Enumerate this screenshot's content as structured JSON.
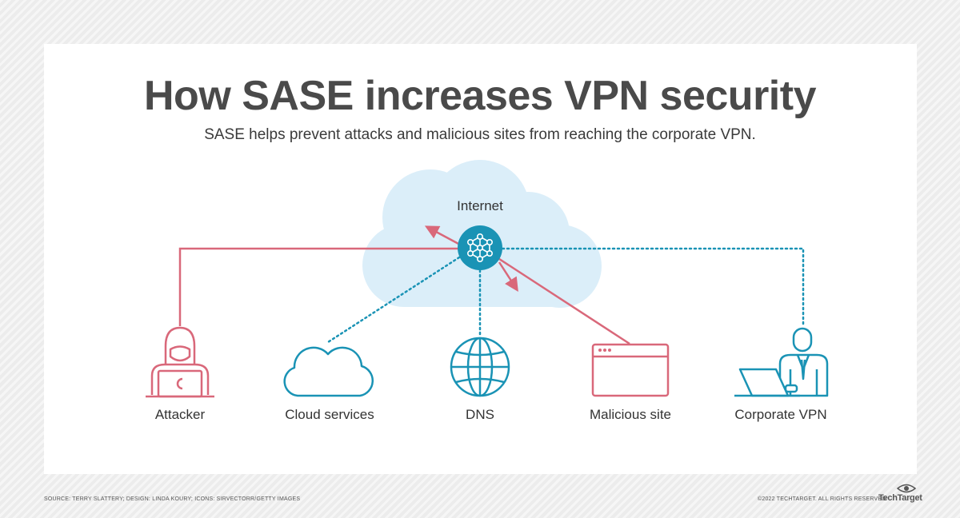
{
  "title": "How SASE increases VPN security",
  "subtitle": "SASE helps prevent attacks and malicious sites from reaching the corporate VPN.",
  "hub": {
    "label": "Internet",
    "icon": "network-hub-icon"
  },
  "nodes": [
    {
      "label": "Attacker",
      "icon": "hacker-icon"
    },
    {
      "label": "Cloud services",
      "icon": "cloud-icon"
    },
    {
      "label": "DNS",
      "icon": "globe-icon"
    },
    {
      "label": "Malicious site",
      "icon": "browser-window-icon"
    },
    {
      "label": "Corporate VPN",
      "icon": "corporate-user-icon"
    }
  ],
  "footer": {
    "source": "SOURCE: TERRY SLATTERY; DESIGN: LINDA KOURY; ICONS: SIRVECTORR/GETTY IMAGES",
    "copyright": "©2022 TECHTARGET. ALL RIGHTS RESERVED",
    "brand": "TechTarget"
  },
  "colors": {
    "threat": "#d9687a",
    "safe": "#1a93b5",
    "cloud_fill": "#dbeef9",
    "title": "#4a4a4a"
  }
}
